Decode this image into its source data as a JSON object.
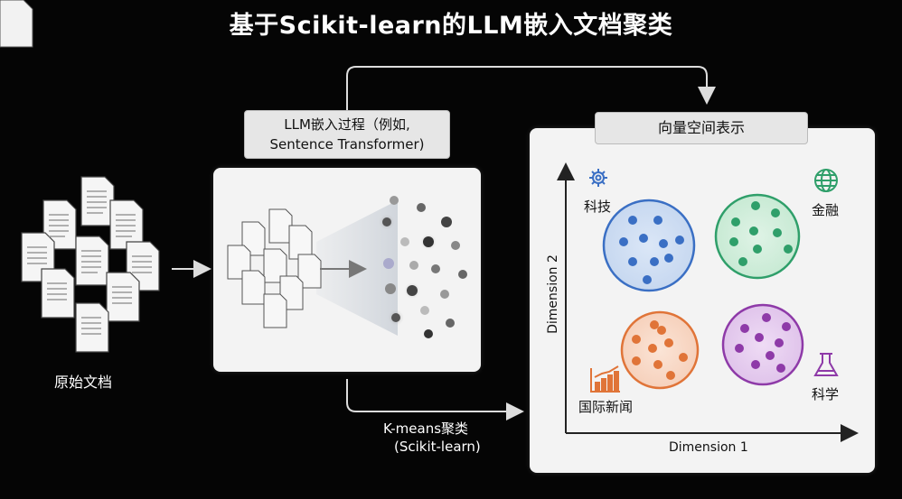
{
  "title": "基于Scikit-learn的LLM嵌入文档聚类",
  "raw_docs_label": "原始文档",
  "embed_box": {
    "line1": "LLM嵌入过程（例如,",
    "line2": "Sentence Transformer)"
  },
  "kmeans": {
    "line1": "K-means聚类",
    "line2": "(Scikit-learn)"
  },
  "vector_panel": {
    "title": "向量空间表示",
    "y_axis": "Dimension 2",
    "x_axis": "Dimension 1",
    "clusters": [
      {
        "name": "科技",
        "icon": "gear-icon",
        "color": "#3a6fc4"
      },
      {
        "name": "金融",
        "icon": "globe-icon",
        "color": "#2f9f6a"
      },
      {
        "name": "国际新闻",
        "icon": "bar-chart-icon",
        "color": "#e07438"
      },
      {
        "name": "科学",
        "icon": "flask-icon",
        "color": "#8e3aa8"
      }
    ]
  }
}
